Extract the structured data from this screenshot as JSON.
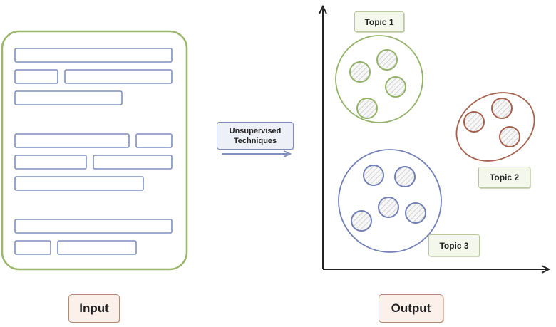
{
  "labels": {
    "input": "Input",
    "output": "Output",
    "technique_line1": "Unsupervised",
    "technique_line2": "Techniques"
  },
  "topics": [
    {
      "label": "Topic 1"
    },
    {
      "label": "Topic 2"
    },
    {
      "label": "Topic 3"
    }
  ],
  "colors": {
    "document": "#9bb56a",
    "lines": "#7f8fbd",
    "topic1": "#93b267",
    "topic2": "#a4614e",
    "topic3": "#7280b5",
    "axis": "#222222"
  }
}
